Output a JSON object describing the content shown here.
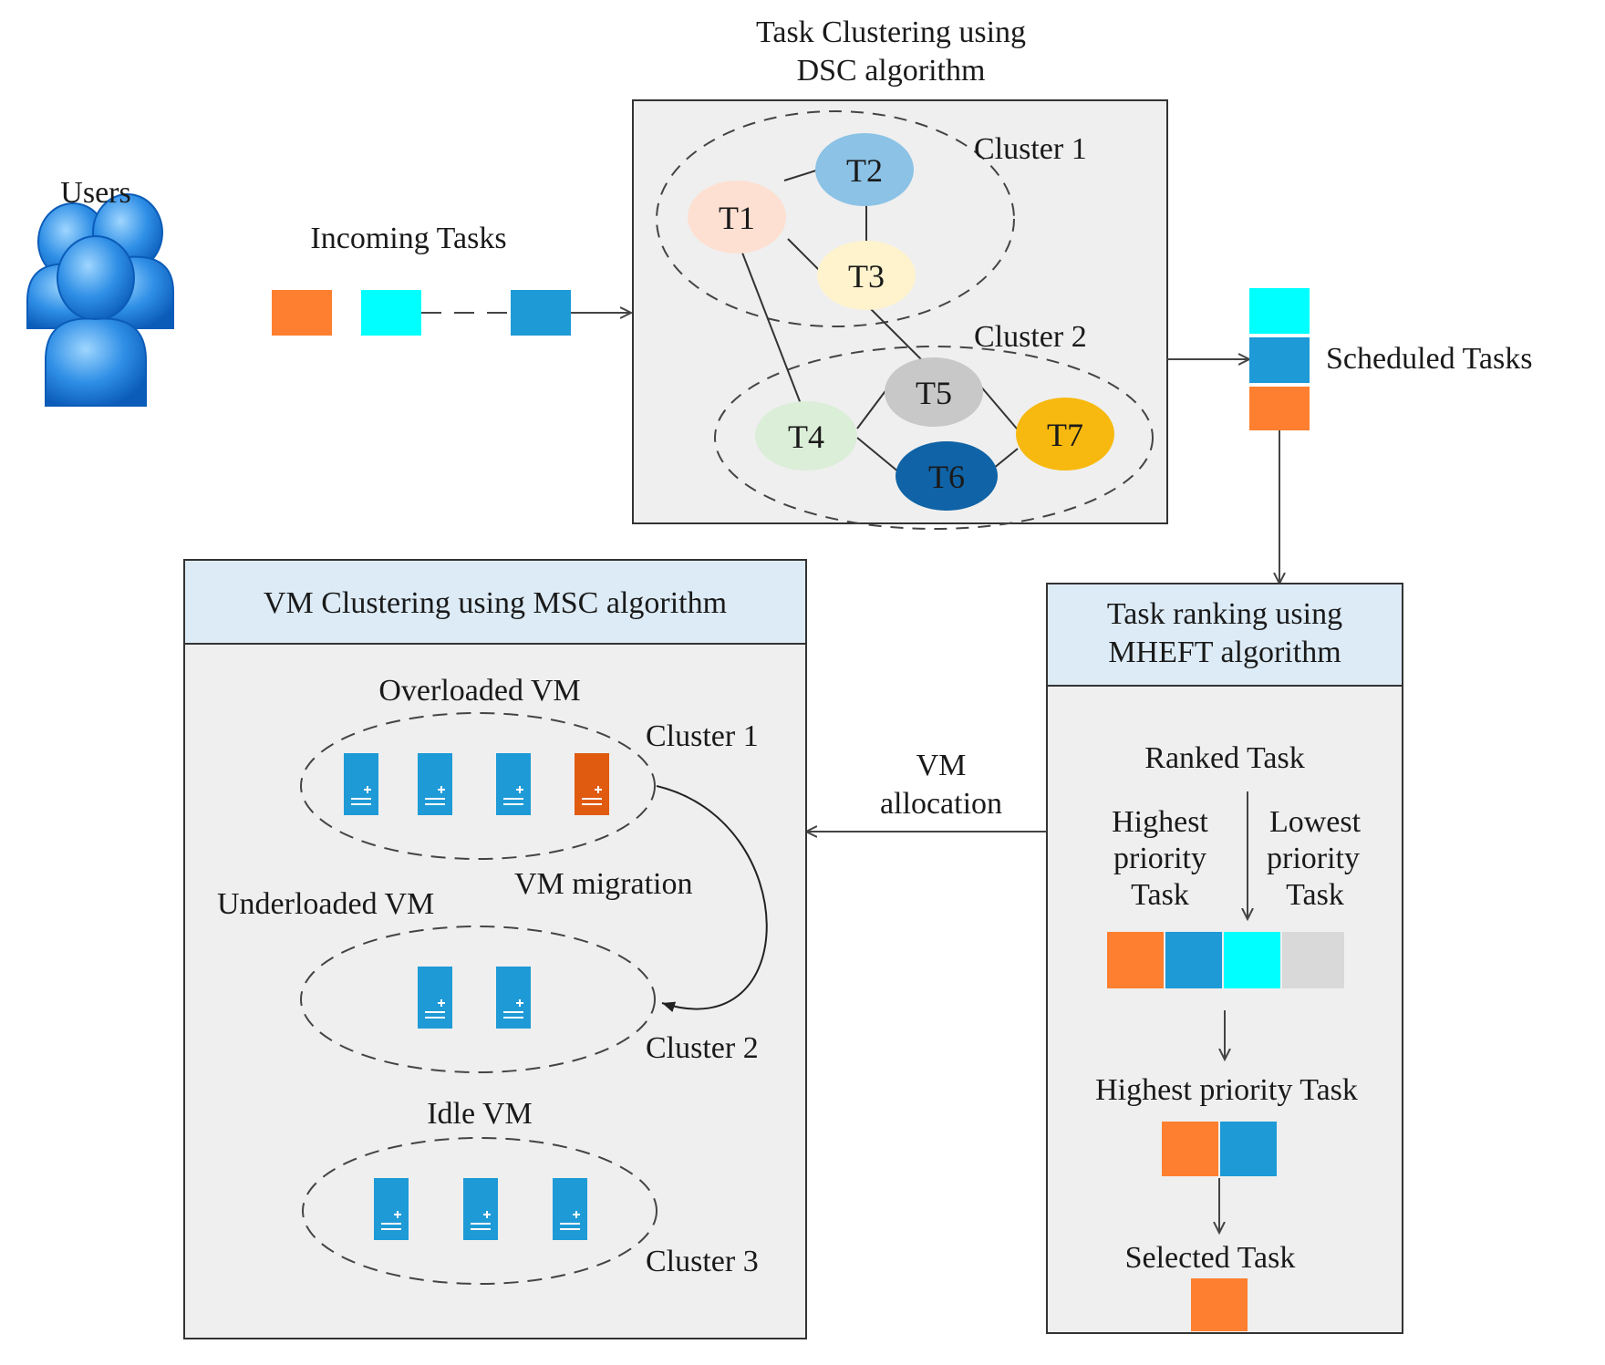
{
  "users": {
    "label": "Users"
  },
  "incoming": {
    "label": "Incoming Tasks"
  },
  "task_clustering": {
    "title_line1": "Task Clustering using",
    "title_line2": "DSC algorithm",
    "cluster1_label": "Cluster 1",
    "cluster2_label": "Cluster 2",
    "nodes": [
      "T1",
      "T2",
      "T3",
      "T4",
      "T5",
      "T6",
      "T7"
    ]
  },
  "scheduled": {
    "label": "Scheduled Tasks"
  },
  "ranking": {
    "title_line1": "Task ranking using",
    "title_line2": "MHEFT algorithm",
    "ranked_label": "Ranked Task",
    "highest_l1": "Highest",
    "highest_l2": "priority",
    "highest_l3": "Task",
    "lowest_l1": "Lowest",
    "lowest_l2": "priority",
    "lowest_l3": "Task",
    "highest_priority_label": "Highest priority Task",
    "selected_label": "Selected Task"
  },
  "allocation": {
    "line1": "VM",
    "line2": "allocation"
  },
  "vm_clustering": {
    "title": "VM Clustering using MSC algorithm",
    "overloaded_label": "Overloaded VM",
    "underloaded_label": "Underloaded  VM",
    "idle_label": "Idle VM",
    "migration_label": "VM migration",
    "cluster1_label": "Cluster 1",
    "cluster2_label": "Cluster 2",
    "cluster3_label": "Cluster 3"
  },
  "colors": {
    "orange": "#fd7f2f",
    "cyan": "#00ffff",
    "blue": "#1e9ad6",
    "grey": "#d9d9d9",
    "dark_orange": "#e05a10",
    "panel_bg": "#efefef",
    "header_bg": "#dcebf6",
    "t1": "#fde0d2",
    "t2": "#8bc2e6",
    "t3": "#fef3cd",
    "t4": "#dbeed8",
    "t5": "#c8c8c8",
    "t6": "#0f63a6",
    "t7": "#f7b90f"
  }
}
